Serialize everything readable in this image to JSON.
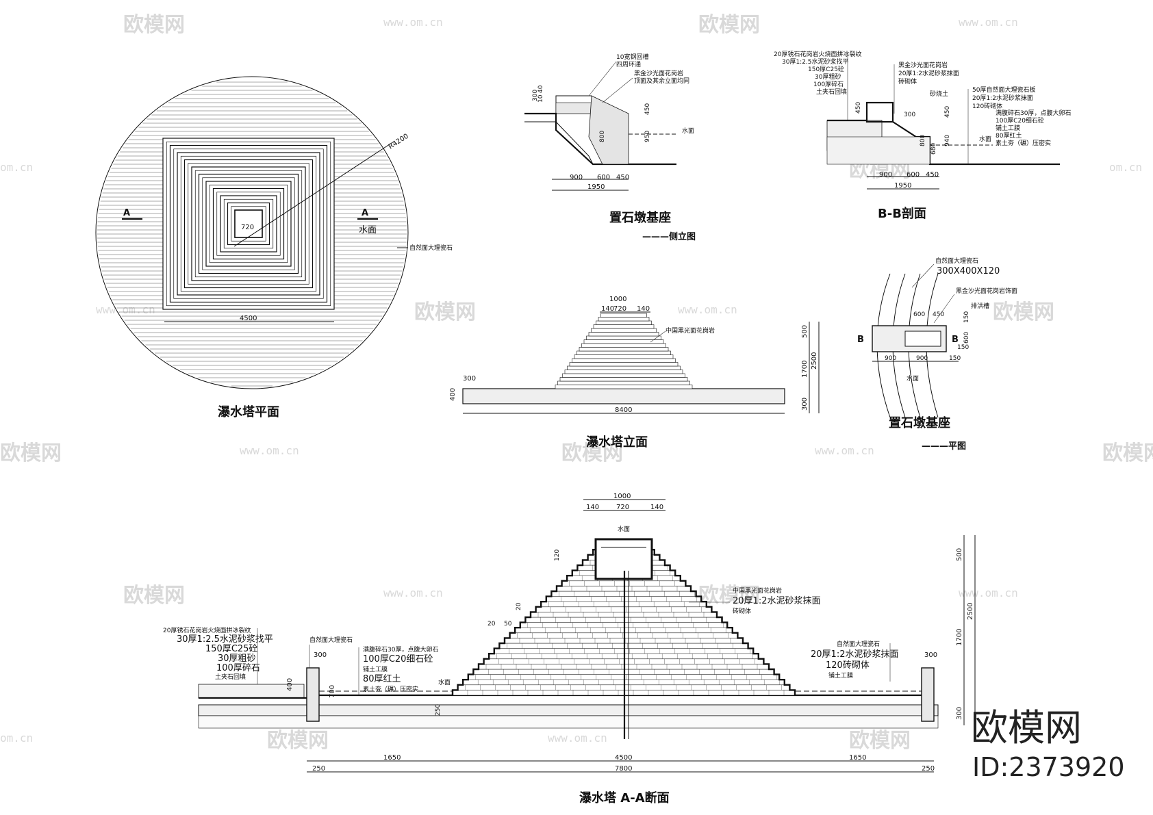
{
  "watermarks": {
    "logo_text": "欧模网",
    "url_text": "www.om.cn",
    "side_url": "om.cn"
  },
  "brand": {
    "name": "欧模网",
    "id": "ID:2373920"
  },
  "plan_view": {
    "title": "瀑水塔平面",
    "radius": "R4200",
    "inner": "720",
    "width": "4500",
    "section_mark": "A",
    "water_label": "水面",
    "material": "自然面大理瓷石"
  },
  "pier_side": {
    "title": "置石墩基座",
    "subtitle": "———侧立图",
    "notes": [
      "10宽钢回槽",
      "四周环通",
      "黑金沙光面花岗岩",
      "顶面及其余立面均同"
    ],
    "dims_left": [
      "10",
      "40",
      "300"
    ],
    "dims_right": [
      "450",
      "950"
    ],
    "dim_800": "800",
    "water": "水面",
    "bottom_dims": [
      "900",
      "600",
      "450"
    ],
    "total": "1950"
  },
  "bb_section": {
    "title": "B-B剖面",
    "left_notes": [
      "20厚锈石花岗岩火烧面拼冰裂纹",
      "30厚1:2.5水泥砂浆找平",
      "150厚C25砼",
      "30厚粗砂",
      "100厚碎石",
      "土夹石回填"
    ],
    "top_notes": [
      "黑金沙光面花岗岩",
      "20厚1:2水泥砂浆抹面",
      "砖砌体"
    ],
    "right_notes": [
      "50厚自然面大理瓷石板",
      "20厚1:2水泥砂浆抹面",
      "120砖砌体",
      "满腹碎石30厚，点腹大卵石",
      "100厚C20细石砼",
      "铺土工膜",
      "80厚红土",
      "素土夯（碾）压密实"
    ],
    "mid_label": "砂烧土",
    "dims_v": [
      "450",
      "300",
      "450",
      "940",
      "800",
      "680"
    ],
    "water": "水面",
    "bottom_dims": [
      "900",
      "600",
      "450"
    ],
    "total": "1950"
  },
  "elevation": {
    "title": "瀑水塔立面",
    "top_dims": [
      "1000",
      "140",
      "720",
      "140"
    ],
    "note": "中国黑光面花岗岩",
    "left_dims": [
      "300",
      "400"
    ],
    "right_dims": [
      "500",
      "1700",
      "2500",
      "300"
    ],
    "total": "8400"
  },
  "pier_plan": {
    "title": "置石墩基座",
    "subtitle": "———平图",
    "notes": [
      "自然面大理瓷石",
      "300X400X120",
      "黑金沙光面花岗岩饰面",
      "排洪槽"
    ],
    "mark": "B",
    "dims": [
      "600",
      "450",
      "150",
      "600",
      "900",
      "900",
      "150",
      "150"
    ],
    "water": "水面"
  },
  "aa_section": {
    "title": "瀑水塔 A-A断面",
    "top_dims": [
      "1000",
      "140",
      "720",
      "140"
    ],
    "water_label": "水面",
    "left_notes": [
      "20厚锈石花岗岩火烧面拼冰裂纹",
      "30厚1:2.5水泥砂浆找平",
      "150厚C25砼",
      "30厚粗砂",
      "100厚碎石",
      "土夹石回填"
    ],
    "mid_notes": [
      "满腹碎石30厚，点腹大卵石",
      "100厚C20细石砼",
      "铺土工膜",
      "80厚红土",
      "素土夯（碾）压密实"
    ],
    "stone_label": "自然面大理瓷石",
    "pyramid_notes": [
      "中国黑光面花岗岩",
      "20厚1:2水泥砂浆抹面",
      "砖砌体"
    ],
    "right_notes": [
      "自然面大理瓷石",
      "20厚1:2水泥砂浆抹面",
      "120砖砌体",
      "铺土工膜"
    ],
    "step_dims": [
      "120",
      "20",
      "20",
      "50",
      "250"
    ],
    "wall_dims": [
      "300",
      "400",
      "700",
      "300"
    ],
    "right_dims": [
      "500",
      "1700",
      "2500",
      "300"
    ],
    "bottom_dims": [
      "250",
      "1650",
      "4500",
      "1650",
      "250"
    ],
    "total": "7800"
  }
}
